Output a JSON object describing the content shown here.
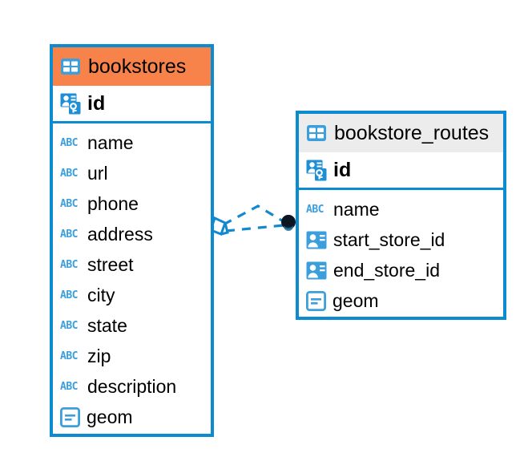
{
  "diagram": {
    "type": "entity-relationship-diagram",
    "background_color": "#ffffff",
    "accent_color": "#0d8bd0",
    "highlight_color": "#f7834a",
    "header_grey": "#ececec"
  },
  "tables": [
    {
      "name": "bookstores",
      "header_icon": "table-grid-icon",
      "header_style": "orange",
      "primary_key": {
        "label": "id",
        "icon": "primary-key-icon"
      },
      "fields": [
        {
          "label": "name",
          "icon": "abc-text-icon",
          "type": "text"
        },
        {
          "label": "url",
          "icon": "abc-text-icon",
          "type": "text"
        },
        {
          "label": "phone",
          "icon": "abc-text-icon",
          "type": "text"
        },
        {
          "label": "address",
          "icon": "abc-text-icon",
          "type": "text"
        },
        {
          "label": "street",
          "icon": "abc-text-icon",
          "type": "text"
        },
        {
          "label": "city",
          "icon": "abc-text-icon",
          "type": "text"
        },
        {
          "label": "state",
          "icon": "abc-text-icon",
          "type": "text"
        },
        {
          "label": "zip",
          "icon": "abc-text-icon",
          "type": "text"
        },
        {
          "label": "description",
          "icon": "abc-text-icon",
          "type": "text"
        },
        {
          "label": "geom",
          "icon": "geometry-icon",
          "type": "geometry"
        }
      ]
    },
    {
      "name": "bookstore_routes",
      "header_icon": "table-grid-icon",
      "header_style": "grey",
      "primary_key": {
        "label": "id",
        "icon": "primary-key-icon"
      },
      "fields": [
        {
          "label": "name",
          "icon": "abc-text-icon",
          "type": "text"
        },
        {
          "label": "start_store_id",
          "icon": "foreign-key-icon",
          "type": "reference"
        },
        {
          "label": "end_store_id",
          "icon": "foreign-key-icon",
          "type": "reference"
        },
        {
          "label": "geom",
          "icon": "geometry-icon",
          "type": "geometry"
        }
      ]
    }
  ],
  "relationships": [
    {
      "from_table": "bookstores",
      "to_table": "bookstore_routes",
      "from_marker": "diamond-marker",
      "to_marker": "circle-marker",
      "line_style": "dashed",
      "path": "arc"
    },
    {
      "from_table": "bookstores",
      "to_table": "bookstore_routes",
      "from_marker": "diamond-marker",
      "to_marker": "circle-marker",
      "line_style": "dashed",
      "path": "straight"
    }
  ]
}
